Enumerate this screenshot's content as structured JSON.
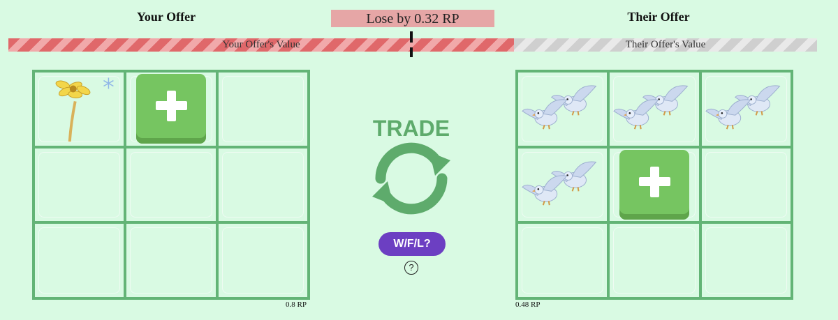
{
  "your_offer": {
    "title": "Your Offer",
    "value_bar_label": "Your Offer's Value",
    "total": "0.8 RP",
    "items": [
      {
        "slot": 1,
        "kind": "item",
        "icon": "yellow-flower-icon",
        "badge": "snowflake-icon"
      },
      {
        "slot": 2,
        "kind": "add",
        "icon": "plus-icon"
      }
    ]
  },
  "their_offer": {
    "title": "Their Offer",
    "value_bar_label": "Their Offer's Value",
    "total": "0.48 RP",
    "items": [
      {
        "slot": 1,
        "kind": "item",
        "icon": "dove-pair-icon"
      },
      {
        "slot": 2,
        "kind": "item",
        "icon": "dove-pair-icon"
      },
      {
        "slot": 3,
        "kind": "item",
        "icon": "dove-pair-icon"
      },
      {
        "slot": 4,
        "kind": "item",
        "icon": "dove-pair-icon"
      },
      {
        "slot": 5,
        "kind": "add",
        "icon": "plus-icon"
      }
    ]
  },
  "result": {
    "text": "Lose by 0.32 RP"
  },
  "value_split": {
    "your_share": 0.625
  },
  "center": {
    "trade_label": "TRADE",
    "trade_icon": "circular-arrows-icon",
    "wfl_button": "W/F/L?",
    "help_label": "?"
  },
  "colors": {
    "background": "#d9fae3",
    "grid": "#63b476",
    "lose_box": "#e6a6a6",
    "your_bar": "#e0686a",
    "their_bar": "#cfcfcf",
    "add_button": "#76c561",
    "trade_green": "#5eab6c",
    "wfl_purple": "#6c3fc2"
  }
}
